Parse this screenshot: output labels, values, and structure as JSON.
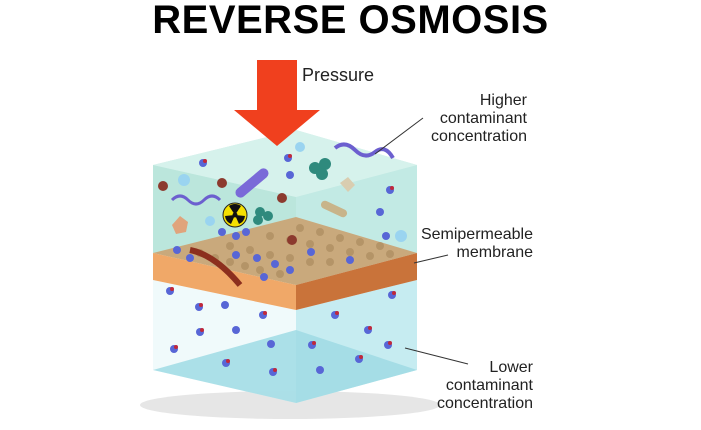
{
  "title": "REVERSE OSMOSIS",
  "labels": {
    "pressure": "Pressure",
    "higher": [
      "Higher",
      "contaminant",
      "concentration"
    ],
    "membrane": [
      "Semipermeable",
      "membrane"
    ],
    "lower": [
      "Lower",
      "contaminant",
      "concentration"
    ]
  },
  "colors": {
    "arrow": "#f0401e",
    "water_top": "#bfe6df",
    "water_bottom": "#d8f2f6",
    "membrane": "#e08a4c",
    "membrane_top": "#c8a87a"
  }
}
